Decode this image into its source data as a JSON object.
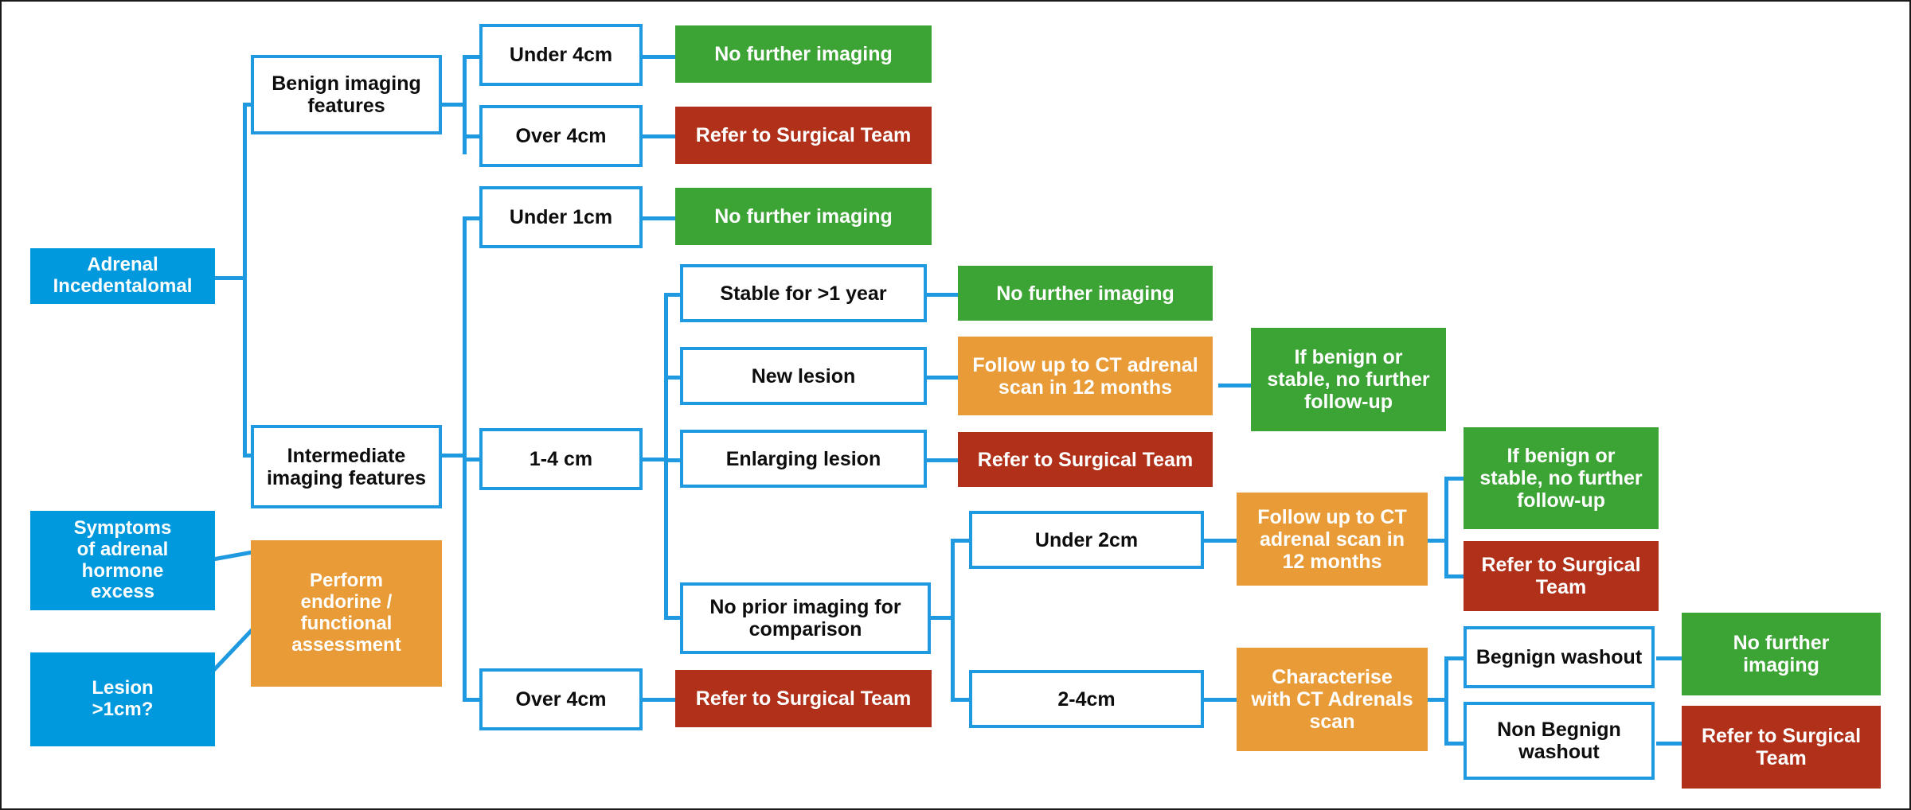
{
  "diagram": {
    "title": "Adrenal Incidentaloma Management Flowchart",
    "colors": {
      "blue_box": "#0099dd",
      "blue_line": "#1f9ae0",
      "green": "#3ca335",
      "orange": "#e89b36",
      "red": "#b0301a",
      "white": "#ffffff",
      "text_dark": "#0d0d0d",
      "border_frame": "#1a1a1a"
    },
    "nodes": {
      "adrenal_incedentalomal": "Adrenal\nIncedentalomal",
      "symptoms_of_adrenal_hormone_excess": "Symptoms\nof adrenal\nhormone\nexcess",
      "lesion_over_1cm": "Lesion\n>1cm?",
      "perform_endocrine_assessment": "Perform\nendorine /\nfunctional\nassessment",
      "benign_imaging_features": "Benign imaging\nfeatures",
      "intermediate_imaging_features": "Intermediate\nimaging features",
      "under_4cm": "Under 4cm",
      "over_4cm_benign": "Over 4cm",
      "no_further_imaging_1": "No further imaging",
      "refer_to_surgical_team_1": "Refer to Surgical Team",
      "under_1cm": "Under 1cm",
      "no_further_imaging_2": "No further imaging",
      "one_to_four_cm": "1-4 cm",
      "over_4cm_intermediate": "Over 4cm",
      "refer_to_surgical_team_over4cm": "Refer to Surgical Team",
      "stable_for_over_1_year": "Stable for >1 year",
      "no_further_imaging_3": "No further imaging",
      "new_lesion": "New lesion",
      "follow_up_ct_12_months_1": "Follow up to CT adrenal\nscan in 12 months",
      "if_benign_or_stable_1": "If benign or\nstable, no further\nfollow-up",
      "enlarging_lesion": "Enlarging lesion",
      "refer_to_surgical_team_enlarging": "Refer to Surgical Team",
      "no_prior_imaging": "No prior imaging for\ncomparison",
      "under_2cm": "Under 2cm",
      "follow_up_ct_12_months_2": "Follow up to CT\nadrenal scan in\n12 months",
      "if_benign_or_stable_2": "If benign or\nstable, no further\nfollow-up",
      "refer_to_surgical_team_2": "Refer to Surgical\nTeam",
      "two_to_four_cm": "2-4cm",
      "characterise_with_ct_adrenals": "Characterise\nwith CT Adrenals\nscan",
      "begnign_washout": "Begnign washout",
      "non_begnign_washout": "Non Begnign\nwashout",
      "no_further_imaging_4": "No further\nimaging",
      "refer_to_surgical_team_3": "Refer to Surgical\nTeam"
    }
  }
}
